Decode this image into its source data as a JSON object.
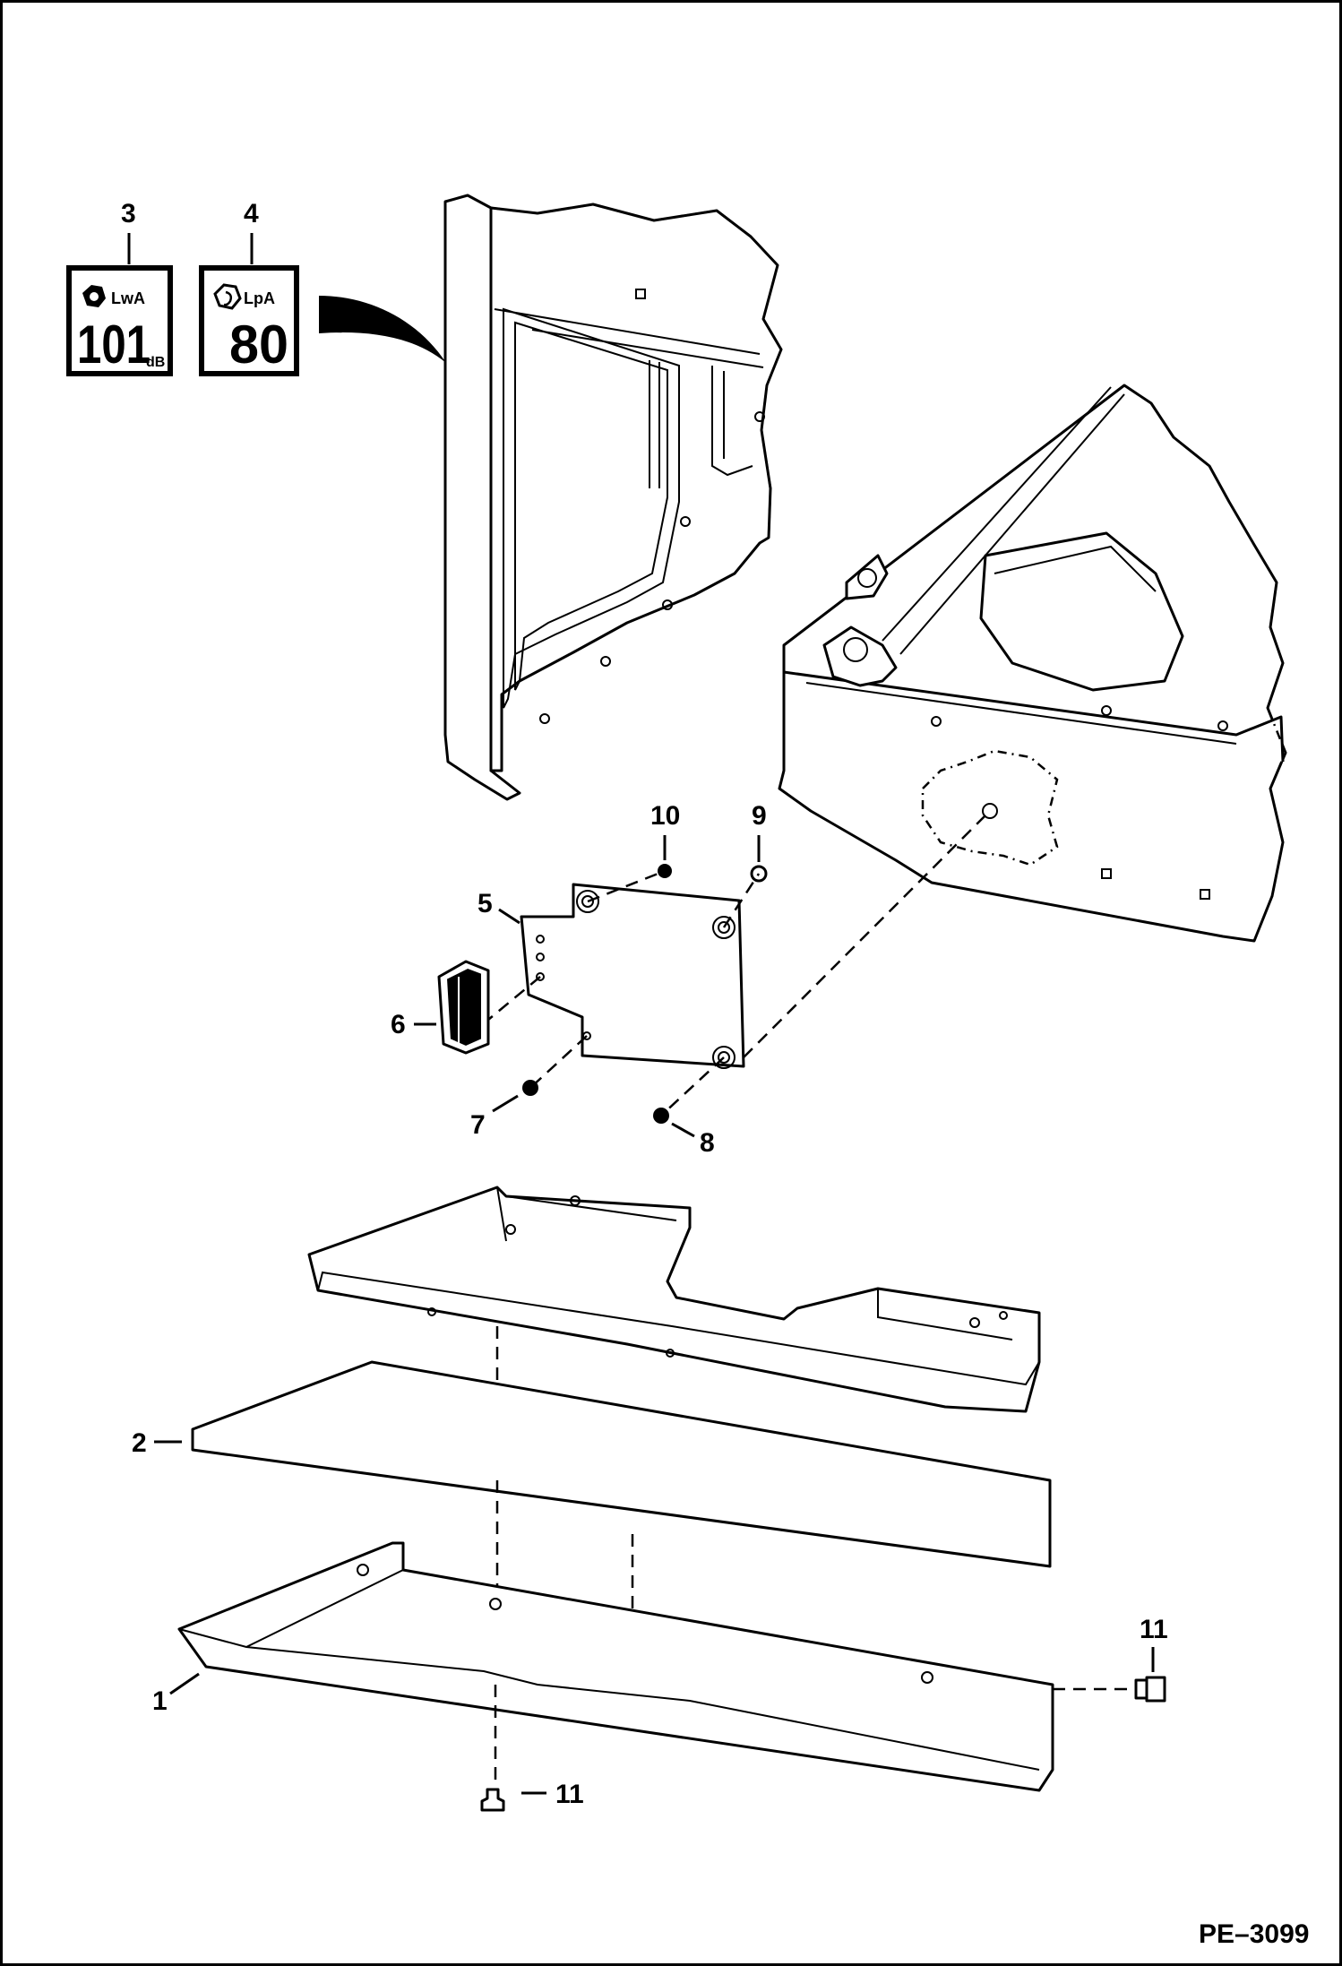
{
  "callouts": {
    "c1": "1",
    "c2": "2",
    "c3": "3",
    "c4": "4",
    "c5": "5",
    "c6": "6",
    "c7": "7",
    "c8": "8",
    "c9": "9",
    "c10": "10",
    "c11a": "11",
    "c11b": "11"
  },
  "decals": {
    "lwa": {
      "symbol": "LwA",
      "value": "101",
      "unit": "dB"
    },
    "lpa": {
      "symbol": "LpA",
      "value": "80"
    }
  },
  "reference": "PE–3099",
  "icons": {
    "decal_lwa_icon": "sound-power-hexagon-icon",
    "decal_lpa_icon": "operator-ear-hexagon-icon"
  }
}
